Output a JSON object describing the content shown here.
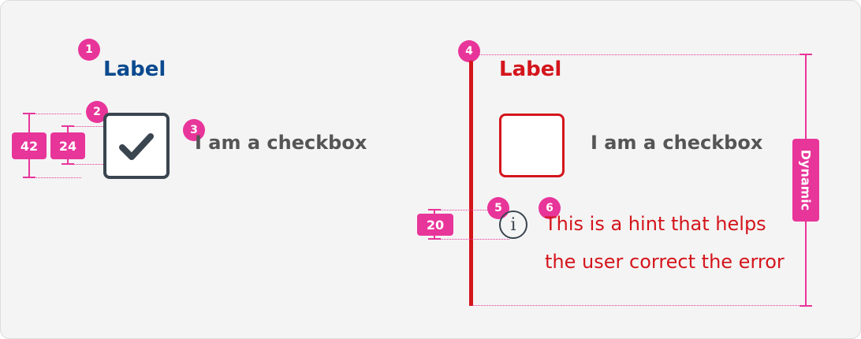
{
  "colors": {
    "annotation": "#e8359a",
    "label_normal": "#0b4a8f",
    "error": "#d4151c",
    "checkbox_border": "#3a4550",
    "text_gray": "#555555"
  },
  "markers": {
    "m1": "1",
    "m2": "2",
    "m3": "3",
    "m4": "4",
    "m5": "5",
    "m6": "6"
  },
  "normal": {
    "label": "Label",
    "checkbox_checked": true,
    "checkbox_label": "I am a checkbox",
    "dim_outer": "42",
    "dim_inner": "24"
  },
  "error": {
    "label": "Label",
    "checkbox_checked": false,
    "checkbox_label": "I am a checkbox",
    "hint": "This is a hint that helps the user correct the error",
    "hint_icon_text": "i",
    "dim_icon": "20",
    "dim_dynamic": "Dynamic"
  }
}
